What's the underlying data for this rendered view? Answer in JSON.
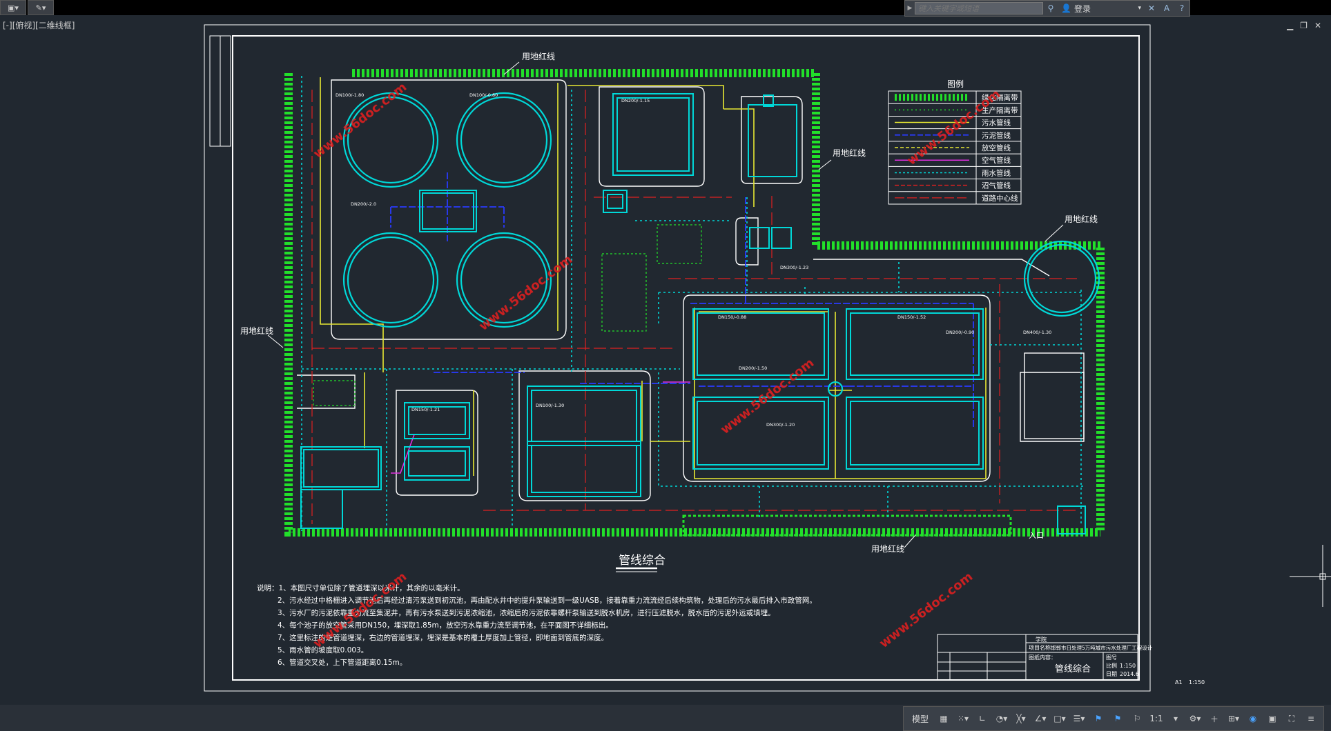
{
  "app": {
    "search_placeholder": "键入关键字或短语",
    "login_label": "登录",
    "view_label": "[-][俯视][二维线框]"
  },
  "drawing": {
    "main_title": "管线综合",
    "legend_title": "图例",
    "legend_items": [
      "绿化隔离带",
      "生产隔离带",
      "污水管线",
      "污泥管线",
      "放空管线",
      "空气管线",
      "雨水管线",
      "沼气管线",
      "道路中心线"
    ],
    "redline_label": "用地红线",
    "entrance_label": "入口",
    "notes": [
      "说明：1、本图尺寸单位除了管道埋深以米计，其余的以毫米计。",
      "2、污水经过中格栅进入调节池后再经过清污泵送到初沉池，再由配水井中的提升泵输送到一级UASB，接着靠重力流流经后续构筑物，处理后的污水最后排入市政管网。",
      "3、污水厂的污泥依靠重力流至集泥井，再有污水泵送到污泥浓缩池，浓缩后的污泥依靠螺杆泵输送到脱水机房，进行压滤脱水，脱水后的污泥外运或填埋。",
      "4、每个池子的放空管采用DN150，埋深取1.85m，放空污水靠重力流至调节池，在平面图不详细标出。",
      "5、雨水管的坡度取0.003。",
      "6、管道交叉处，上下管道距离0.15m。"
    ],
    "note7": "7、这里标注的是管道埋深，右边的管道埋深，埋深是基本的覆土厚度加上管径，即地面到管底的深度。",
    "watermark": "www.56doc.com",
    "titleblock": {
      "school": "学院",
      "project": "项目名称",
      "project_name": "邯郸市日处理5万吨城市污水处理厂工程设计",
      "design_content": "图纸内容：",
      "drawing_name": "管线综合",
      "page_no": "图号",
      "scale_label": "比例",
      "scale": "1:150",
      "date_label": "日期",
      "date": "2014.6"
    },
    "sheet_label": "A1",
    "sheet_scale": "1:150",
    "pipe_labels": [
      "DN100/-1.80",
      "DN100/-0.80",
      "DN200/-1.15",
      "DN200/-2.0",
      "DN300/-1.23",
      "DN400/-1.30",
      "DN150/-0.88",
      "DN150/-1.52",
      "DN200/-1.50",
      "DN300/-1.20",
      "DN100/-1.30",
      "DN150/-1.21",
      "DN200/-0.90"
    ]
  },
  "statusbar": {
    "model_label": "模型",
    "scale_value": "1:1"
  },
  "colors": {
    "green": "#22e02a",
    "yellow": "#e8e832",
    "cyan": "#00d8d8",
    "blue": "#2a3aff",
    "red": "#e02020",
    "magenta": "#e030e0",
    "white": "#ffffff"
  }
}
